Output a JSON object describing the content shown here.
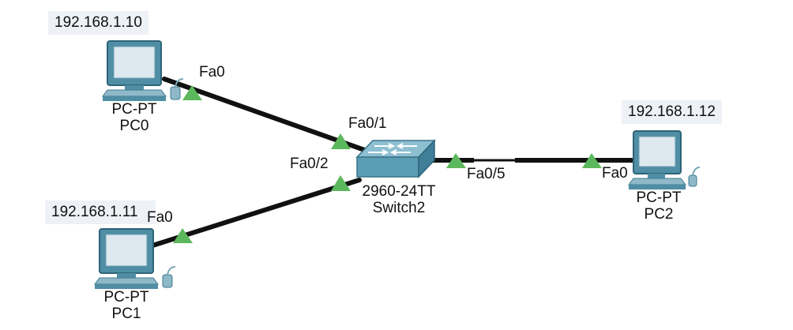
{
  "colors": {
    "link": "#111111",
    "port_up": "#5cb85c",
    "ip_background": "#eef1f6",
    "switch_body": "#5b9db5"
  },
  "devices": {
    "pc0": {
      "ip": "192.168.1.10",
      "model": "PC-PT",
      "name": "PC0",
      "port": "Fa0",
      "icon": "pc-icon"
    },
    "pc1": {
      "ip": "192.168.1.11",
      "model": "PC-PT",
      "name": "PC1",
      "port": "Fa0",
      "icon": "pc-icon"
    },
    "pc2": {
      "ip": "192.168.1.12",
      "model": "PC-PT",
      "name": "PC2",
      "port": "Fa0",
      "icon": "pc-icon"
    },
    "switch2": {
      "model": "2960-24TT",
      "name": "Switch2",
      "icon": "switch-icon",
      "ports": {
        "to_pc0": "Fa0/1",
        "to_pc1": "Fa0/2",
        "to_pc2": "Fa0/5"
      }
    }
  }
}
